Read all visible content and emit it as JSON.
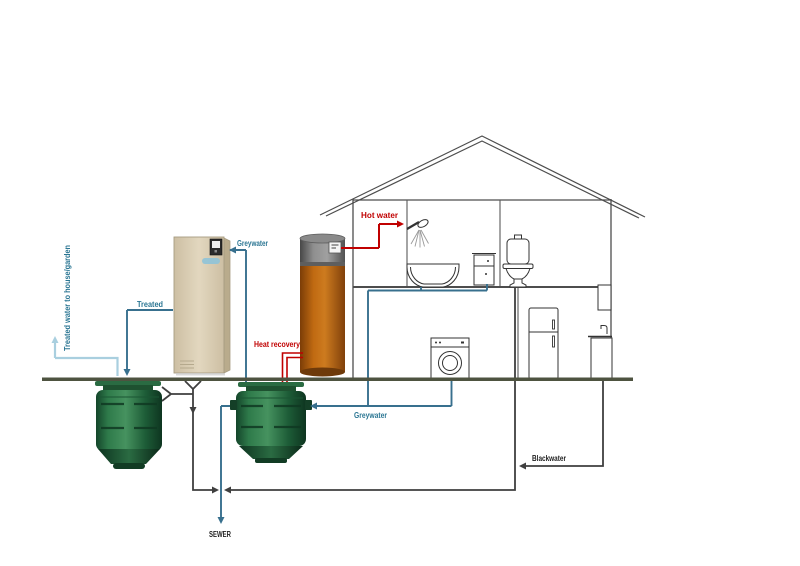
{
  "labels": {
    "garden_supply": "Treated water to house/garden",
    "treated": "Treated",
    "greywater_to_unit": "Greywater",
    "hot_water": "Hot water",
    "heat_recovery": "Heat recovery",
    "greywater_to_tank": "Greywater",
    "blackwater": "Blackwater",
    "sewer": "SEWER"
  },
  "colors": {
    "label_blue": "#2b7693",
    "label_red": "#c00000",
    "label_dark": "#1f1f1f",
    "pipe_blue": "#38708e",
    "pipe_light": "#a9cfdf",
    "pipe_red": "#c00000",
    "pipe_dark": "#3f3f3f",
    "ground": "#4e5340"
  }
}
